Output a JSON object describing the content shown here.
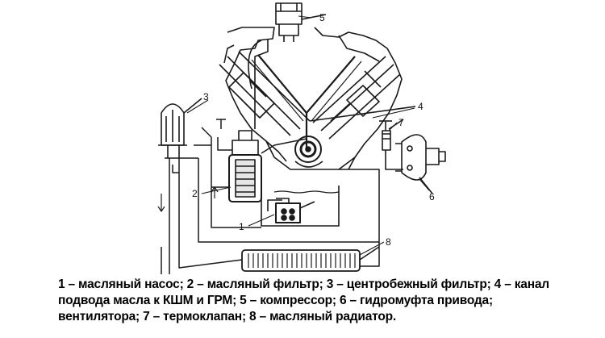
{
  "diagram": {
    "callouts": [
      {
        "id": "pump",
        "number": "1"
      },
      {
        "id": "oil-filter",
        "number": "2"
      },
      {
        "id": "centrifugal-filter",
        "number": "3"
      },
      {
        "id": "oil-channel",
        "number": "4"
      },
      {
        "id": "compressor",
        "number": "5"
      },
      {
        "id": "fan-coupling",
        "number": "6"
      },
      {
        "id": "thermovalve",
        "number": "7"
      },
      {
        "id": "oil-radiator",
        "number": "8"
      }
    ],
    "caption_lines": [
      "1 – масляный насос; 2 – масляный  фильтр; 3 – центробежный фильтр; 4 – канал",
      "подвода масла к КШМ и ГРМ; 5 – компрессор; 6 – гидромуфта привода;",
      "вентилятора; 7 – термоклапан; 8 – масляный радиатор."
    ]
  },
  "colors": {
    "ink": "#1a1a1a",
    "background": "#ffffff"
  }
}
